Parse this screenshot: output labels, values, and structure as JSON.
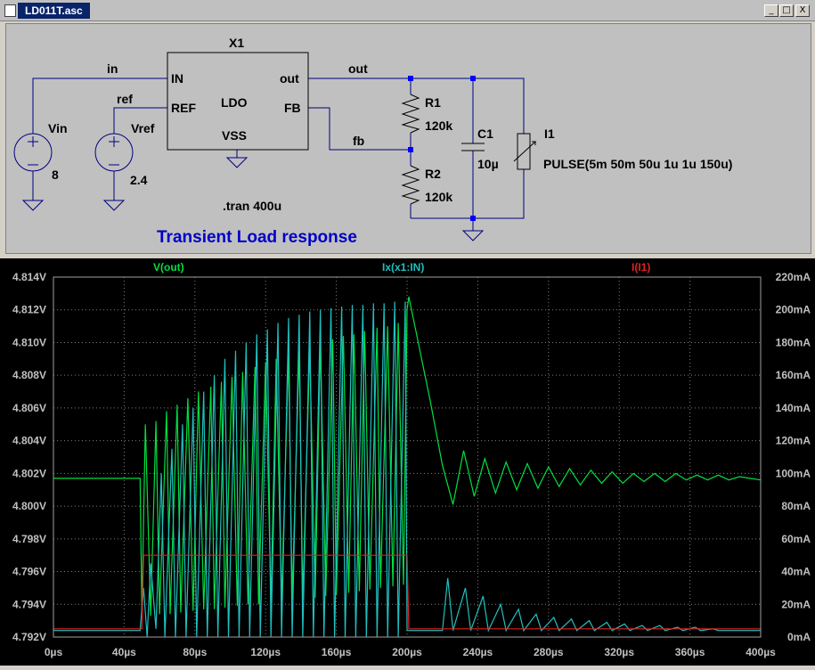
{
  "window": {
    "title": "LD011T.asc",
    "minimize_glyph": "_",
    "maximize_glyph": "□",
    "close_glyph": "X"
  },
  "schematic": {
    "component_ref": "X1",
    "component_type": "LDO",
    "pins": {
      "in": "IN",
      "ref": "REF",
      "out": "out",
      "fb": "FB",
      "vss": "VSS"
    },
    "nets": {
      "in": "in",
      "ref": "ref",
      "out": "out",
      "fb": "fb"
    },
    "vin": {
      "name": "Vin",
      "value": "8"
    },
    "vref": {
      "name": "Vref",
      "value": "2.4"
    },
    "r1": {
      "name": "R1",
      "value": "120k"
    },
    "r2": {
      "name": "R2",
      "value": "120k"
    },
    "c1": {
      "name": "C1",
      "value": "10µ"
    },
    "i1": {
      "name": "I1",
      "value": "PULSE(5m 50m 50u 1u 1u 150u)"
    },
    "directive": ".tran 400u",
    "comment": "Transient Load response",
    "colors": {
      "wire": "#000080",
      "text": "#000000",
      "comment": "#0000c8",
      "node": "#0000ff"
    }
  },
  "chart_data": {
    "type": "line",
    "background": "#000000",
    "grid": true,
    "x": {
      "min": 0,
      "max": 400,
      "unit": "µs",
      "ticks": [
        "0µs",
        "40µs",
        "80µs",
        "120µs",
        "160µs",
        "200µs",
        "240µs",
        "280µs",
        "320µs",
        "360µs",
        "400µs"
      ]
    },
    "y_left": {
      "min": 4.792,
      "max": 4.814,
      "ticks": [
        "4.792V",
        "4.794V",
        "4.796V",
        "4.798V",
        "4.800V",
        "4.802V",
        "4.804V",
        "4.806V",
        "4.808V",
        "4.810V",
        "4.812V",
        "4.814V"
      ]
    },
    "y_right": {
      "min": 0,
      "max": 220,
      "unit": "mA",
      "ticks": [
        "0mA",
        "20mA",
        "40mA",
        "60mA",
        "80mA",
        "100mA",
        "120mA",
        "140mA",
        "160mA",
        "180mA",
        "200mA",
        "220mA"
      ]
    },
    "series": [
      {
        "name": "V(out)",
        "color": "#00e040",
        "axis": "left",
        "points": [
          [
            0,
            4.8017
          ],
          [
            49,
            4.8017
          ],
          [
            50,
            4.7935
          ],
          [
            52,
            4.805
          ],
          [
            55,
            4.7933
          ],
          [
            58,
            4.8052
          ],
          [
            60,
            4.7934
          ],
          [
            64,
            4.8058
          ],
          [
            66,
            4.7934
          ],
          [
            70,
            4.8062
          ],
          [
            72,
            4.7935
          ],
          [
            76,
            4.8066
          ],
          [
            79,
            4.7936
          ],
          [
            82,
            4.807
          ],
          [
            85,
            4.7937
          ],
          [
            89,
            4.8073
          ],
          [
            91,
            4.7937
          ],
          [
            95,
            4.8076
          ],
          [
            97,
            4.7938
          ],
          [
            101,
            4.8079
          ],
          [
            104,
            4.7939
          ],
          [
            107,
            4.8082
          ],
          [
            110,
            4.794
          ],
          [
            114,
            4.8085
          ],
          [
            116,
            4.794
          ],
          [
            120,
            4.8088
          ],
          [
            123,
            4.7941
          ],
          [
            126,
            4.809
          ],
          [
            129,
            4.7942
          ],
          [
            133,
            4.8093
          ],
          [
            135,
            4.7943
          ],
          [
            139,
            4.8095
          ],
          [
            141,
            4.7943
          ],
          [
            145,
            4.8097
          ],
          [
            148,
            4.7944
          ],
          [
            151,
            4.81
          ],
          [
            154,
            4.7945
          ],
          [
            158,
            4.8102
          ],
          [
            160,
            4.7946
          ],
          [
            164,
            4.8104
          ],
          [
            167,
            4.7947
          ],
          [
            170,
            4.8105
          ],
          [
            173,
            4.7948
          ],
          [
            176,
            4.8107
          ],
          [
            179,
            4.7949
          ],
          [
            183,
            4.8109
          ],
          [
            185,
            4.795
          ],
          [
            189,
            4.811
          ],
          [
            192,
            4.7951
          ],
          [
            195,
            4.8112
          ],
          [
            198,
            4.7952
          ],
          [
            200,
            4.812
          ],
          [
            201,
            4.8128
          ],
          [
            213,
            4.8065
          ],
          [
            220,
            4.8025
          ],
          [
            226,
            4.8001
          ],
          [
            232,
            4.8034
          ],
          [
            238,
            4.8006
          ],
          [
            244,
            4.8029
          ],
          [
            250,
            4.8008
          ],
          [
            256,
            4.8027
          ],
          [
            262,
            4.801
          ],
          [
            268,
            4.8026
          ],
          [
            274,
            4.8011
          ],
          [
            280,
            4.8024
          ],
          [
            286,
            4.8012
          ],
          [
            292,
            4.8023
          ],
          [
            298,
            4.8013
          ],
          [
            304,
            4.8022
          ],
          [
            310,
            4.8014
          ],
          [
            316,
            4.8021
          ],
          [
            322,
            4.8014
          ],
          [
            328,
            4.802
          ],
          [
            334,
            4.8015
          ],
          [
            340,
            4.802
          ],
          [
            346,
            4.8015
          ],
          [
            352,
            4.802
          ],
          [
            358,
            4.8016
          ],
          [
            364,
            4.8019
          ],
          [
            370,
            4.8016
          ],
          [
            376,
            4.8019
          ],
          [
            382,
            4.8016
          ],
          [
            388,
            4.8018
          ],
          [
            394,
            4.8017
          ],
          [
            400,
            4.8016
          ]
        ]
      },
      {
        "name": "Ix(x1:IN)",
        "color": "#20c0c0",
        "axis": "right",
        "points": [
          [
            0,
            4
          ],
          [
            49,
            4
          ],
          [
            51,
            30
          ],
          [
            53,
            -5
          ],
          [
            55,
            45
          ],
          [
            58,
            5
          ],
          [
            61,
            100
          ],
          [
            63,
            0
          ],
          [
            67,
            115
          ],
          [
            69,
            0
          ],
          [
            73,
            130
          ],
          [
            75,
            0
          ],
          [
            79,
            140
          ],
          [
            81,
            0
          ],
          [
            85,
            150
          ],
          [
            87,
            0
          ],
          [
            91,
            160
          ],
          [
            93,
            0
          ],
          [
            97,
            170
          ],
          [
            99,
            0
          ],
          [
            103,
            175
          ],
          [
            105,
            0
          ],
          [
            109,
            180
          ],
          [
            111,
            0
          ],
          [
            115,
            185
          ],
          [
            117,
            0
          ],
          [
            121,
            188
          ],
          [
            123,
            0
          ],
          [
            127,
            192
          ],
          [
            129,
            0
          ],
          [
            133,
            195
          ],
          [
            135,
            0
          ],
          [
            139,
            197
          ],
          [
            141,
            0
          ],
          [
            145,
            199
          ],
          [
            147,
            0
          ],
          [
            151,
            200
          ],
          [
            153,
            0
          ],
          [
            157,
            201
          ],
          [
            159,
            0
          ],
          [
            163,
            202
          ],
          [
            165,
            0
          ],
          [
            169,
            203
          ],
          [
            171,
            0
          ],
          [
            175,
            203
          ],
          [
            177,
            0
          ],
          [
            181,
            204
          ],
          [
            183,
            0
          ],
          [
            187,
            204
          ],
          [
            189,
            0
          ],
          [
            193,
            205
          ],
          [
            195,
            0
          ],
          [
            199,
            205
          ],
          [
            200,
            4
          ],
          [
            220,
            4
          ],
          [
            223,
            36
          ],
          [
            226,
            4
          ],
          [
            233,
            30
          ],
          [
            236,
            4
          ],
          [
            243,
            25
          ],
          [
            246,
            4
          ],
          [
            253,
            20
          ],
          [
            256,
            4
          ],
          [
            263,
            17
          ],
          [
            266,
            4
          ],
          [
            273,
            14
          ],
          [
            276,
            4
          ],
          [
            283,
            12
          ],
          [
            286,
            4
          ],
          [
            293,
            11
          ],
          [
            296,
            4
          ],
          [
            303,
            10
          ],
          [
            306,
            4
          ],
          [
            313,
            9
          ],
          [
            316,
            4
          ],
          [
            323,
            8
          ],
          [
            326,
            4
          ],
          [
            333,
            7
          ],
          [
            336,
            4
          ],
          [
            343,
            7
          ],
          [
            346,
            4
          ],
          [
            353,
            6
          ],
          [
            356,
            4
          ],
          [
            363,
            6
          ],
          [
            366,
            4
          ],
          [
            373,
            5
          ],
          [
            376,
            4
          ],
          [
            400,
            4
          ]
        ]
      },
      {
        "name": "I(I1)",
        "color": "#e02020",
        "axis": "right",
        "points": [
          [
            0,
            5
          ],
          [
            50,
            5
          ],
          [
            51,
            50
          ],
          [
            200,
            50
          ],
          [
            201,
            5
          ],
          [
            400,
            5
          ]
        ]
      }
    ]
  }
}
